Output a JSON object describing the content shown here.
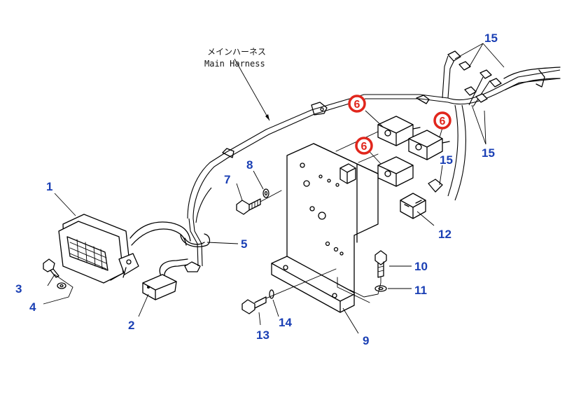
{
  "harness_label": {
    "jp": "メインハーネス",
    "en": "Main Harness"
  },
  "callouts": {
    "c1": "1",
    "c2": "2",
    "c3": "3",
    "c4": "4",
    "c5": "5",
    "c6a": "6",
    "c6b": "6",
    "c6c": "6",
    "c7": "7",
    "c8": "8",
    "c9": "9",
    "c10": "10",
    "c11": "11",
    "c12": "12",
    "c13": "13",
    "c14": "14",
    "c15a": "15",
    "c15b": "15",
    "c15c": "15"
  },
  "colors": {
    "callout": "#1a3fb4",
    "highlight": "#e1261c",
    "line": "#000000"
  }
}
